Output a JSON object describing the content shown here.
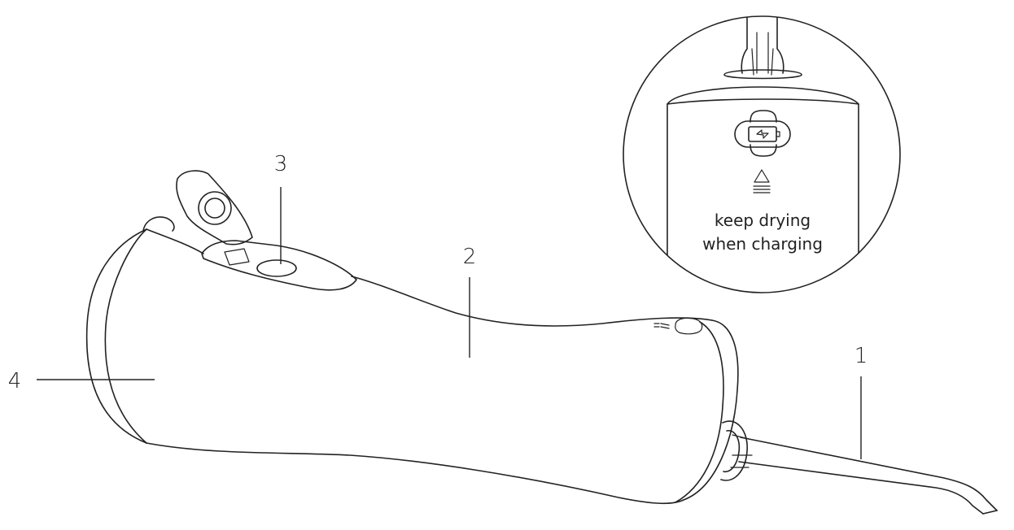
{
  "callouts": [
    {
      "id": "1",
      "label": "1"
    },
    {
      "id": "2",
      "label": "2"
    },
    {
      "id": "3",
      "label": "3"
    },
    {
      "id": "4",
      "label": "4"
    }
  ],
  "detail": {
    "note_line1": "keep drying",
    "note_line2": "when charging"
  },
  "icons": [
    "battery-charging-icon",
    "water-warning-icon",
    "nozzle-release-icon"
  ],
  "colors": {
    "line": "#222222",
    "background": "#ffffff"
  }
}
